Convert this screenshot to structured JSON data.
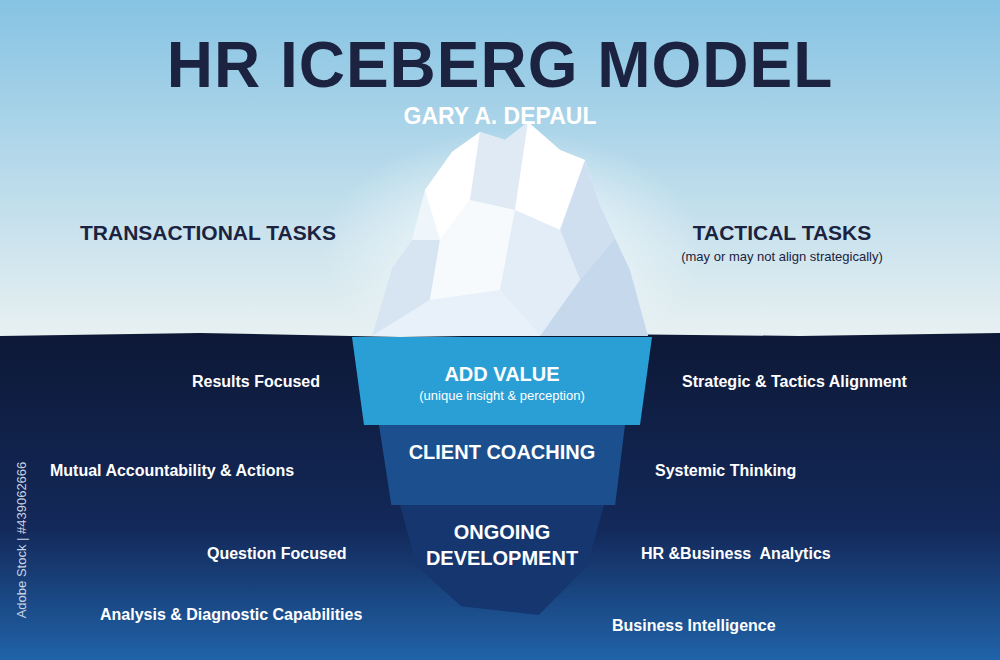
{
  "diagram": {
    "title": "HR ICEBERG MODEL",
    "nodes": [
      {
        "text": [
          "ADD VALUE",
          "(unique insight & perception)"
        ]
      },
      {
        "text": [
          "CLIENT COACHING"
        ]
      },
      {
        "text": [
          "ONGOING DEVELOPMENT"
        ]
      }
    ],
    "labels": [
      "GARY A. DEPAUL",
      "TRANSACTIONAL TASKS",
      "TACTICAL TASKS",
      "(may or may not align strategically)",
      "Results Focused",
      "Mutual Accountability & Actions",
      "Question Focused",
      "Analysis & Diagnostic Capabilities",
      "Strategic & Tactics Alignment",
      "Systemic Thinking",
      "HR &Business  Analytics",
      "Business Intelligence",
      "Adobe Stock | #439062666"
    ]
  }
}
